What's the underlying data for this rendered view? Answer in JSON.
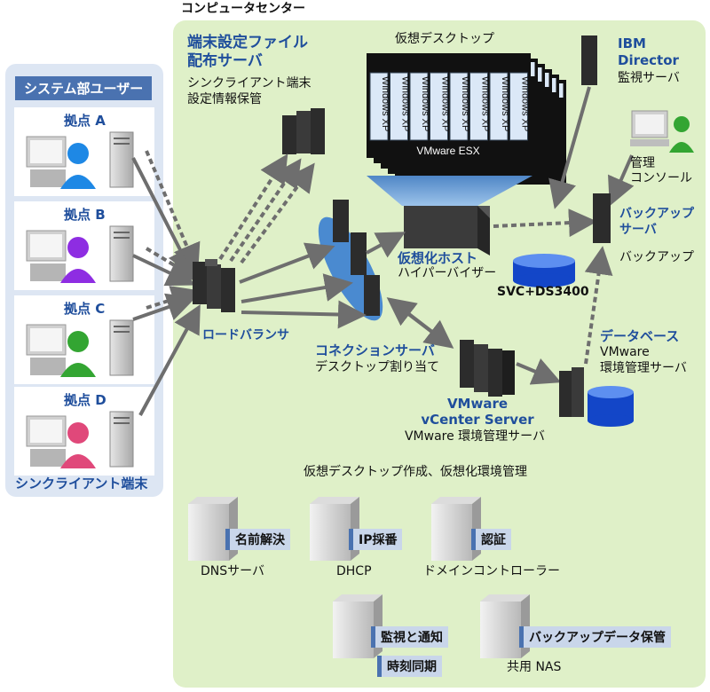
{
  "center_title": "コンピュータセンター",
  "users_panel": {
    "title": "システム部ユーザー",
    "sites": [
      {
        "label": "拠点 A"
      },
      {
        "label": "拠点 B"
      },
      {
        "label": "拠点 C"
      },
      {
        "label": "拠点 D"
      }
    ],
    "footer": "シンクライアント端末"
  },
  "config_server": {
    "title_line1": "端末設定ファイル",
    "title_line2": "配布サーバ",
    "desc_line1": "シンクライアント端末",
    "desc_line2": "設定情報保管"
  },
  "virtual_desktop": {
    "title": "仮想デスクトップ",
    "vm_label": "Windows XP",
    "esx_label": "VMware ESX"
  },
  "ibm_director": {
    "title_line1": "IBM",
    "title_line2": "Director",
    "desc": "監視サーバ"
  },
  "management_console": {
    "line1": "管理",
    "line2": "コンソール"
  },
  "backup_server": {
    "title_line1": "バックアップ",
    "title_line2": "サーバ",
    "desc": "バックアップ"
  },
  "virtual_host": {
    "title": "仮想化ホスト",
    "desc": "ハイパーバイザー"
  },
  "storage": {
    "label": "SVC+DS3400"
  },
  "load_balancer": {
    "label": "ロードバランサ"
  },
  "connection_server": {
    "title": "コネクションサーバ",
    "desc": "デスクトップ割り当て"
  },
  "database": {
    "title": "データベース",
    "desc_line1": "VMware",
    "desc_line2": "環境管理サーバ"
  },
  "vcenter": {
    "title_line1": "VMware",
    "title_line2": "vCenter Server",
    "desc": "VMware 環境管理サーバ"
  },
  "section_caption": "仮想デスクトップ作成、仮想化環境管理",
  "infra_servers": [
    {
      "tag": "名前解決",
      "label": "DNSサーバ"
    },
    {
      "tag": "IP採番",
      "label": "DHCP"
    },
    {
      "tag": "認証",
      "label": "ドメインコントローラー"
    },
    {
      "tag1": "監視と通知",
      "tag2": "時刻同期"
    },
    {
      "tag": "バックアップデータ保管",
      "label": "共用 NAS"
    }
  ],
  "colors": {
    "center_bg": "#dff0c8",
    "users_bg": "#dde6f3",
    "accent_blue": "#1f4e9c",
    "site_box": "#ffffff",
    "arrow": "#6e6e6e"
  }
}
